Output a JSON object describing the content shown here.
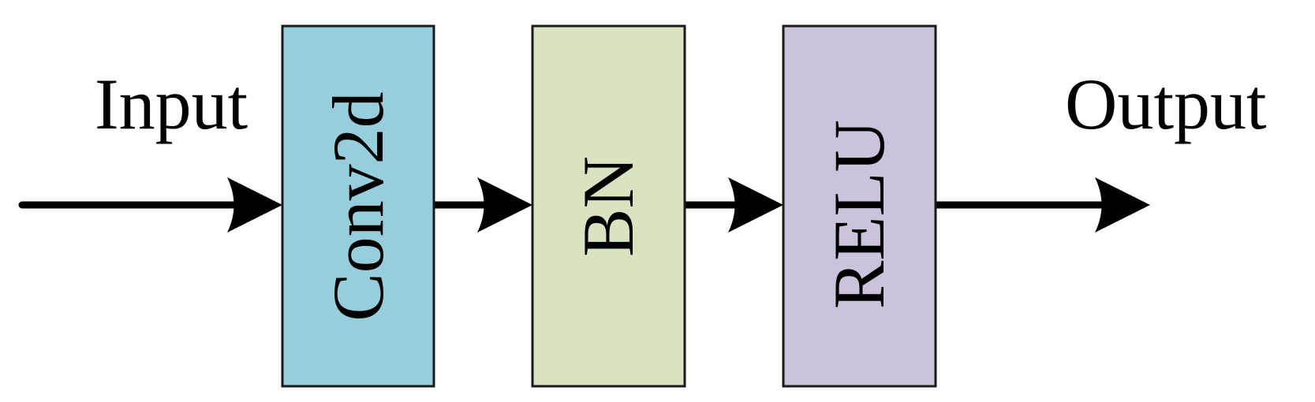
{
  "diagram": {
    "input_label": "Input",
    "output_label": "Output",
    "blocks": [
      {
        "label": "Conv2d",
        "color": "#96CEDC"
      },
      {
        "label": "BN",
        "color": "#D8E4C1"
      },
      {
        "label": "RELU",
        "color": "#CBC2DB"
      }
    ],
    "line_color": "#000000"
  }
}
